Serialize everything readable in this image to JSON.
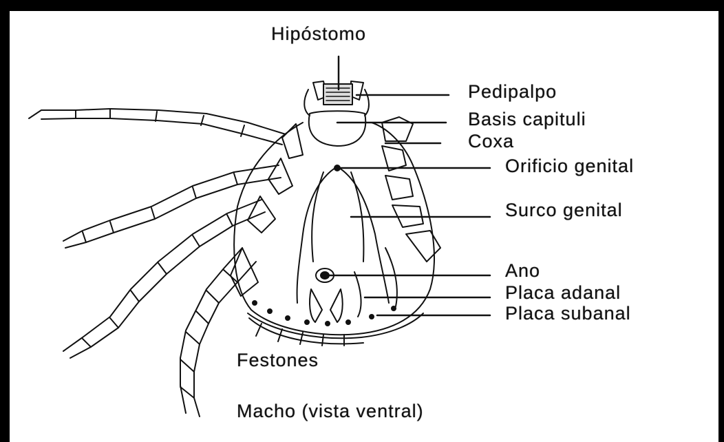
{
  "labels": {
    "hipostomo": "Hipóstomo",
    "pedipalpo": "Pedipalpo",
    "basis_capituli": "Basis capituli",
    "coxa": "Coxa",
    "orificio_genital": "Orificio genital",
    "surco_genital": "Surco genital",
    "ano": "Ano",
    "placa_adanal": "Placa adanal",
    "placa_subanal": "Placa subanal",
    "festones": "Festones"
  },
  "caption": "Macho (vista ventral)",
  "colors": {
    "frame": "#000000",
    "background": "#ffffff",
    "ink": "#111111"
  }
}
